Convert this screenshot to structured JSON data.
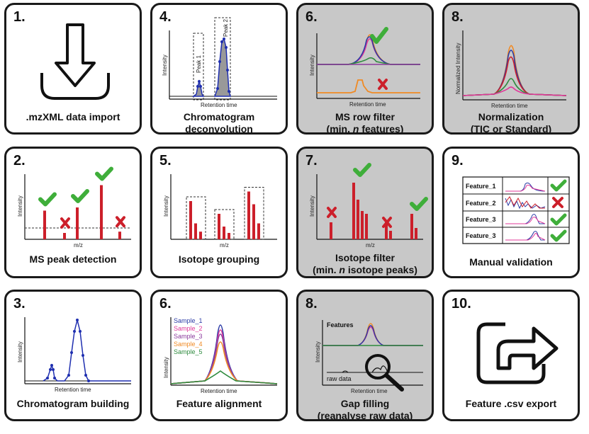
{
  "palette": {
    "blue": "#2b3ba6",
    "purple": "#8b3a9c",
    "magenta": "#e0389a",
    "orange": "#f08a24",
    "green": "#2e8b3e",
    "red": "#cc1f2a",
    "check": "#3fae3a",
    "gray_bg": "#c8c8c8"
  },
  "steps": {
    "s1": {
      "num": "1.",
      "title": ".mzXML data import",
      "icon": "download-icon"
    },
    "s2": {
      "num": "2.",
      "title": "MS peak detection",
      "xlabel": "m/z",
      "ylabel": "Intensity"
    },
    "s3": {
      "num": "3.",
      "title": "Chromatogram building",
      "xlabel": "Retention time",
      "ylabel": "Intensity"
    },
    "s4": {
      "num": "4.",
      "title1": "Chromatogram",
      "title2": "deconvolution",
      "xlabel": "Retention time",
      "ylabel": "Intensity",
      "peak1": "Peak 1",
      "peak2": "Peak 2"
    },
    "s5": {
      "num": "5.",
      "title": "Isotope grouping",
      "xlabel": "m/z",
      "ylabel": "Intensity"
    },
    "s6a": {
      "num": "6.",
      "title": "Feature alignment",
      "xlabel": "Retention time",
      "ylabel": "Intensity",
      "samples": [
        "Sample_1",
        "Sample_2",
        "Sample_3",
        "Sample_4",
        "Sample_5"
      ]
    },
    "s6b": {
      "num": "6.",
      "title1": "MS row filter",
      "title2_pre": "(min. ",
      "title2_n": "n",
      "title2_post": " features)",
      "xlabel": "Retention time",
      "ylabel": "Intensity"
    },
    "s7": {
      "num": "7.",
      "title1": "Isotope filter",
      "title2_pre": "(min. ",
      "title2_n": "n",
      "title2_post": " isotope peaks)",
      "xlabel": "m/z",
      "ylabel": "Intensity"
    },
    "s8a": {
      "num": "8.",
      "title1": "Normalization",
      "title2": "(TIC or Standard)",
      "xlabel": "Retention time",
      "ylabel": "Normalized Intensity"
    },
    "s8b": {
      "num": "8.",
      "title1": "Gap filling",
      "title2": "(reanalyse raw data)",
      "xlabel": "Retention time",
      "ylabel": "Intensity",
      "features": "Features",
      "raw": "raw data"
    },
    "s9": {
      "num": "9.",
      "title": "Manual validation",
      "rows": [
        "Feature_1",
        "Feature_2",
        "Feature_3",
        "Feature_3"
      ]
    },
    "s10": {
      "num": "10.",
      "title": "Feature .csv export",
      "icon": "export-icon"
    }
  },
  "chart_data": [
    {
      "type": "bar",
      "panel": "MS peak detection",
      "x": [
        1,
        2,
        3,
        4,
        5
      ],
      "values": [
        0.45,
        0.1,
        0.5,
        0.85,
        0.12
      ],
      "accepted": [
        true,
        false,
        true,
        true,
        false
      ],
      "threshold": 0.17
    },
    {
      "type": "bar",
      "panel": "Isotope grouping",
      "groups": [
        [
          0.6,
          0.25,
          0.12
        ],
        [
          0.4,
          0.2,
          0.1
        ],
        [
          0.75,
          0.55,
          0.25
        ]
      ]
    },
    {
      "type": "bar",
      "panel": "Isotope filter",
      "values": [
        0.3,
        1.0,
        0.7,
        0.5,
        0.45,
        0.3,
        0.15,
        0.45,
        0.2
      ],
      "accepted_groups": [
        false,
        true,
        false,
        true
      ]
    }
  ]
}
